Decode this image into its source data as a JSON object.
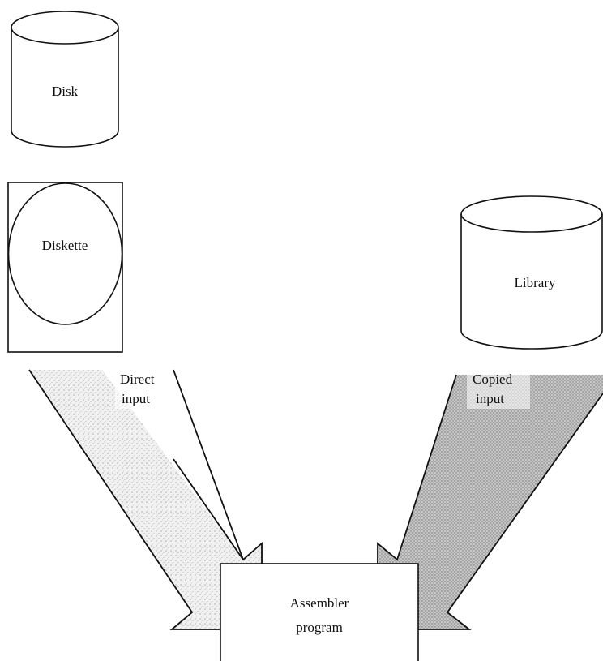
{
  "nodes": {
    "disk": {
      "label": "Disk"
    },
    "diskette": {
      "label": "Diskette"
    },
    "library": {
      "label": "Library"
    },
    "assembler": {
      "line1": "Assembler",
      "line2": "program"
    }
  },
  "arrows": {
    "direct": {
      "line1": "Direct",
      "line2": "input",
      "fill": "#e4e4e4"
    },
    "copied": {
      "line1": "Copied",
      "line2": "input",
      "fill": "#bdbdbd"
    }
  },
  "colors": {
    "stroke": "#111111",
    "background": "#ffffff"
  }
}
